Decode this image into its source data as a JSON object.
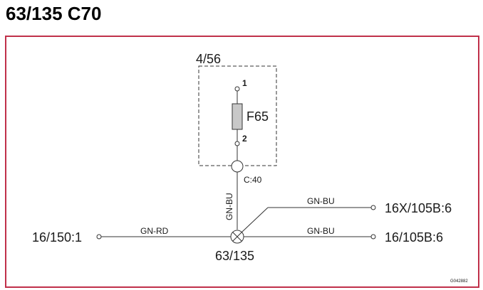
{
  "title": "63/135 C70",
  "colors": {
    "frame": "#c0304a",
    "line": "#333333",
    "fuse_fill": "#c8c8c8"
  },
  "box_label": "4/56",
  "fuse": {
    "name": "F65",
    "pin_top": "1",
    "pin_bottom": "2"
  },
  "connector_label": "C:40",
  "splice_label": "63/135",
  "wires": {
    "vertical": "GN-BU",
    "left": "GN-RD",
    "upper_right": "GN-BU",
    "lower_right": "GN-BU"
  },
  "terminals": {
    "left": "16/150:1",
    "upper_right": "16X/105B:6",
    "lower_right": "16/105B:6"
  },
  "drawing_id": "G042882"
}
